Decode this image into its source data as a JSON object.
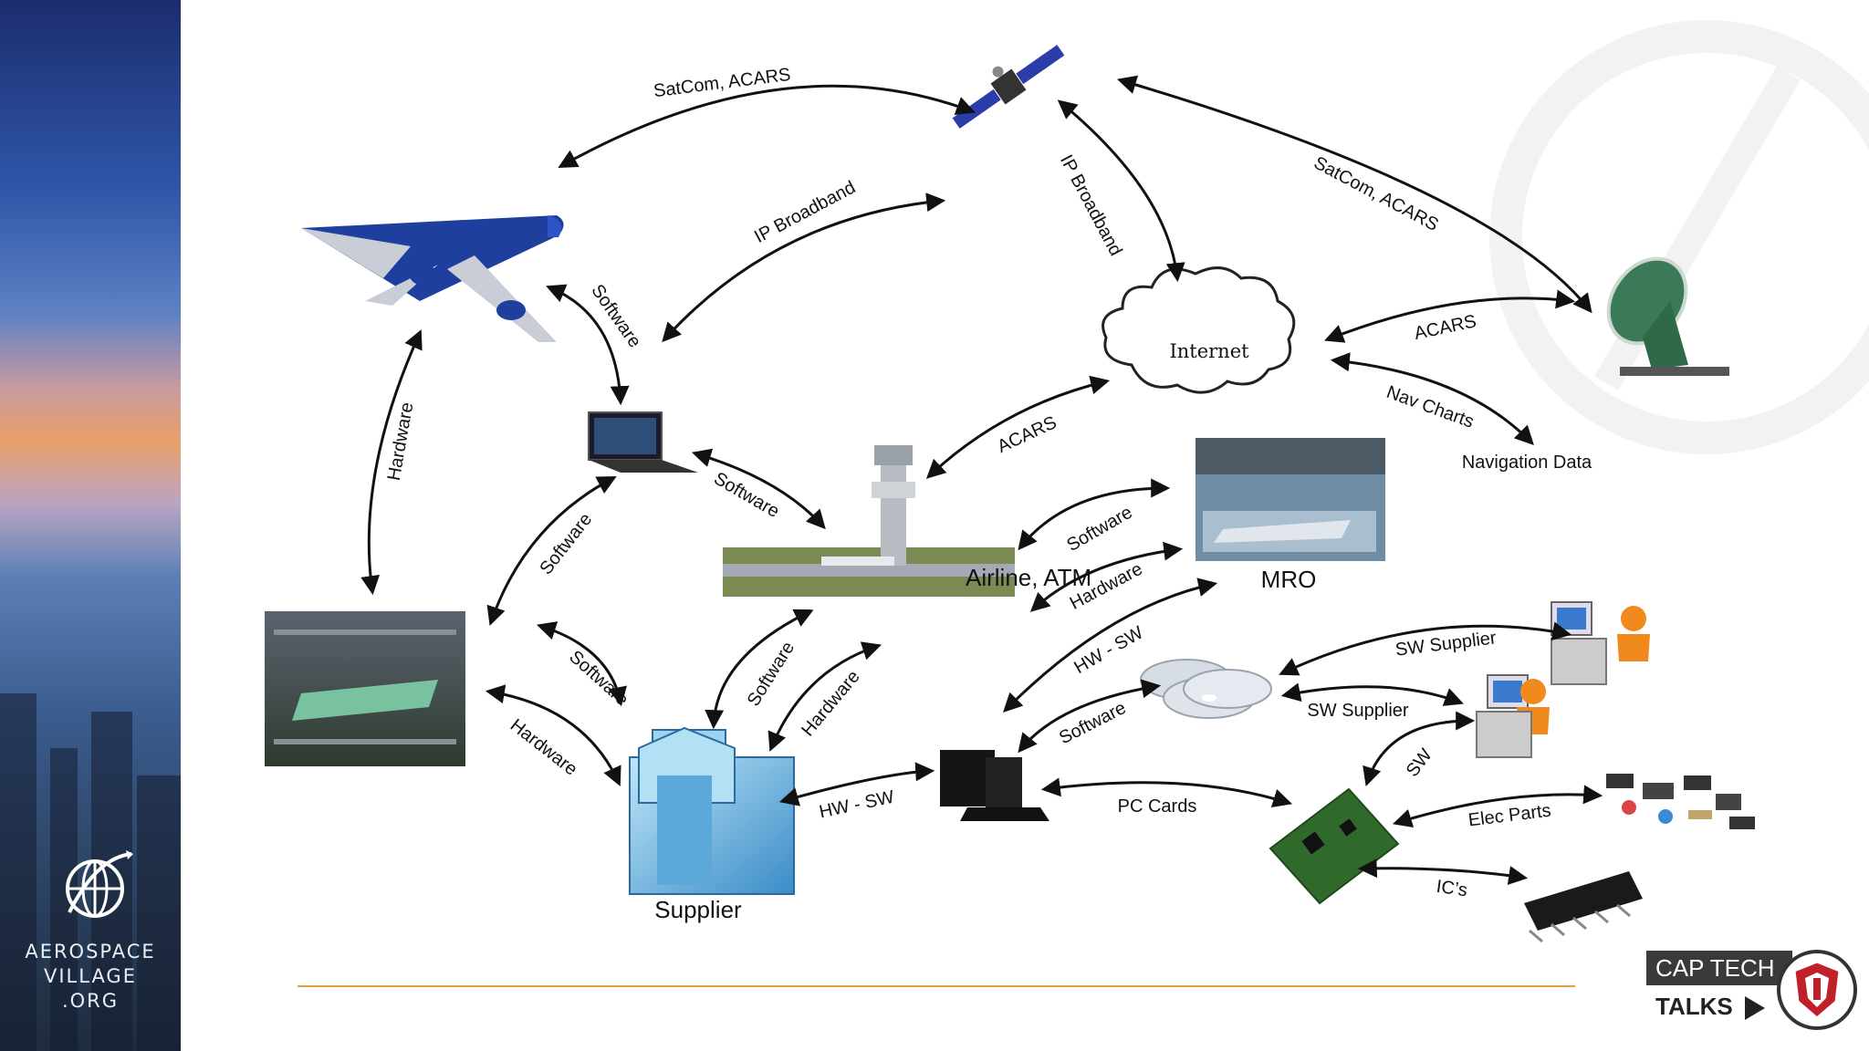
{
  "sidebar": {
    "org_line1": "AEROSPACE",
    "org_line2": "VILLAGE",
    "org_line3": ".ORG"
  },
  "diagram": {
    "nodes": {
      "internet": "Internet",
      "airline_atm": "Airline, ATM",
      "mro": "MRO",
      "supplier": "Supplier",
      "navigation_data": "Navigation Data"
    },
    "edges": {
      "aircraft_satellite": "SatCom, ACARS",
      "satellite_groundstation": "SatCom, ACARS",
      "satellite_laptop": "IP Broadband",
      "satellite_internet": "IP Broadband",
      "aircraft_laptop": "Software",
      "aircraft_factory": "Hardware",
      "groundstation_internet": "ACARS",
      "internet_navdata": "Nav Charts",
      "internet_airline": "ACARS",
      "laptop_factory": "Software",
      "laptop_airline": "Software",
      "airline_mro_software": "Software",
      "airline_mro_hardware": "Hardware",
      "factory_supplier_software": "Software",
      "factory_supplier_hardware": "Hardware",
      "supplier_airline_software": "Software",
      "supplier_airline_hardware": "Hardware",
      "computer_mro": "HW - SW",
      "computer_disks": "Software",
      "supplier_computer": "HW - SW",
      "computer_circuit": "PC Cards",
      "disks_swsupplier1": "SW Supplier",
      "disks_swsupplier2": "SW Supplier",
      "circuit_swsupplier": "SW",
      "circuit_elecparts": "Elec Parts",
      "circuit_ics": "IC’s"
    }
  },
  "footer": {
    "cap_tech": "CAP TECH",
    "talks": "TALKS"
  },
  "colors": {
    "accent_line": "#e3a04a",
    "aircraft_blue": "#1f3f9e",
    "arrow": "#111111"
  }
}
